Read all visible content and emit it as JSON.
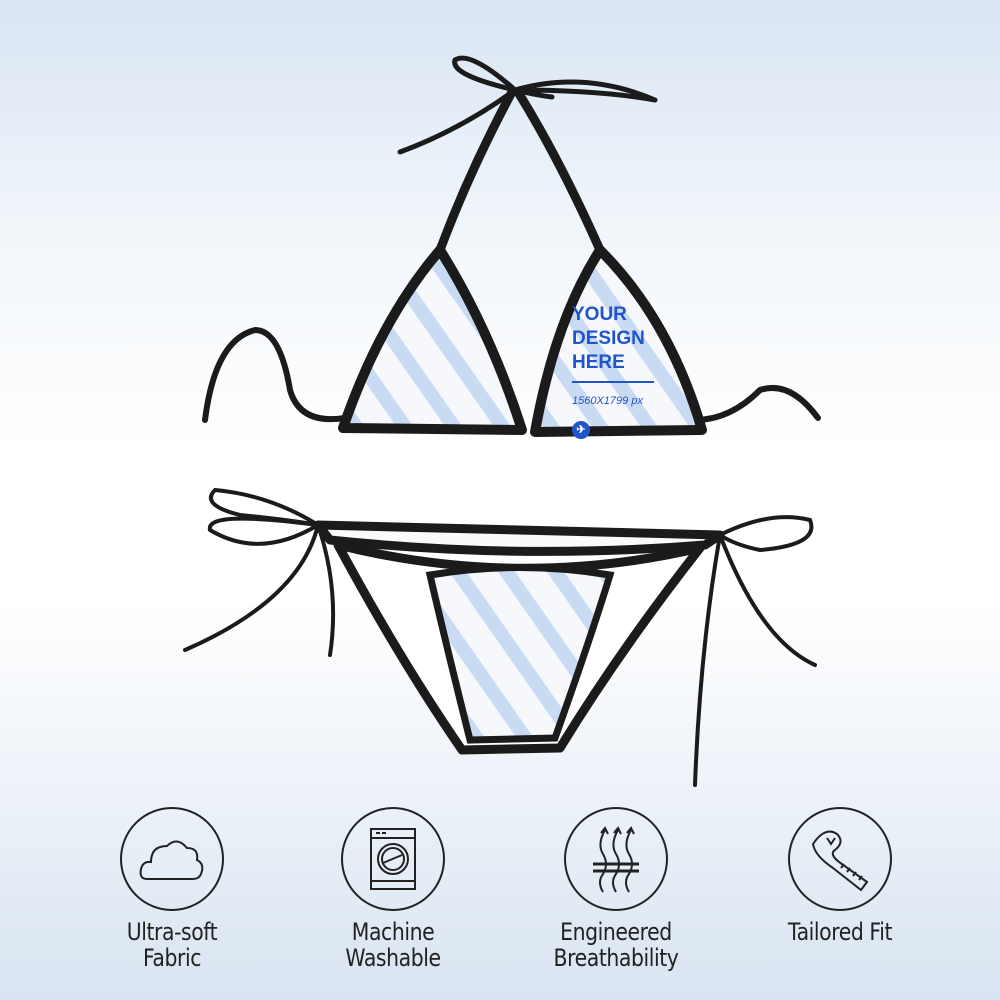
{
  "design_placeholder": {
    "line1": "YOUR",
    "line2": "DESIGN",
    "line3": "HERE",
    "size": "1560X1799 px"
  },
  "colors": {
    "accent": "#1f55c9",
    "trim": "#1b1b1b",
    "stripe": "#c5d6f2"
  },
  "features": [
    {
      "icon": "cloud-icon",
      "line1": "Ultra-soft",
      "line2": "Fabric"
    },
    {
      "icon": "washing-machine-icon",
      "line1": "Machine",
      "line2": "Washable"
    },
    {
      "icon": "breathability-icon",
      "line1": "Engineered",
      "line2": "Breathability"
    },
    {
      "icon": "measuring-tape-icon",
      "line1": "Tailored Fit",
      "line2": ""
    }
  ]
}
